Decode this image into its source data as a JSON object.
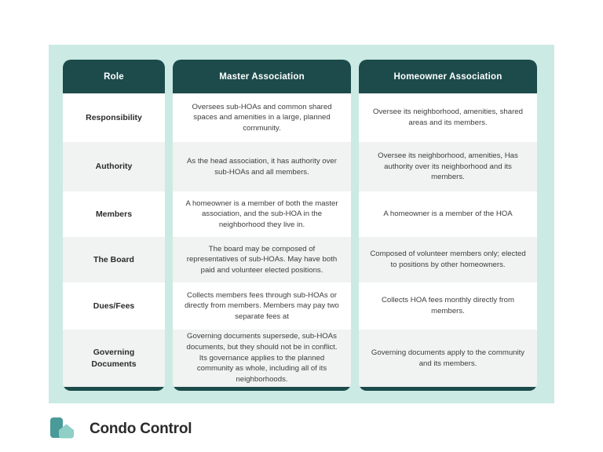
{
  "palette": {
    "panel_bg": "#cceae4",
    "header_bg": "#1d4b4b",
    "header_text": "#ffffff",
    "row_white": "#ffffff",
    "row_gray": "#f1f2f2",
    "body_text": "#3d3d3d",
    "role_text": "#2b2b2b",
    "logo_dark": "#4a9a9a",
    "logo_light": "#8fcfc6",
    "page_bg": "#ffffff"
  },
  "table": {
    "columns": [
      {
        "key": "role",
        "header": "Role"
      },
      {
        "key": "master",
        "header": "Master Association"
      },
      {
        "key": "hoa",
        "header": "Homeowner Association"
      }
    ],
    "rows": [
      {
        "role": "Responsibility",
        "master": "Oversees sub-HOAs and common shared spaces and amenities in a large, planned community.",
        "hoa": "Oversee its neighborhood, amenities, shared areas and its members."
      },
      {
        "role": "Authority",
        "master": "As the head association, it has authority over sub-HOAs and all members.",
        "hoa": "Oversee its neighborhood, amenities, Has authority over its neighborhood and its members."
      },
      {
        "role": "Members",
        "master": "A homeowner is a member of both the master association, and the sub-HOA in the neighborhood they live in.",
        "hoa": "A homeowner is a member of the HOA"
      },
      {
        "role": "The Board",
        "master": "The board may be composed of representatives of sub-HOAs. May have both paid and volunteer elected positions.",
        "hoa": "Composed of volunteer members only; elected to positions by other homeowners."
      },
      {
        "role": "Dues/Fees",
        "master": "Collects members fees through sub-HOAs or directly from members. Members may pay two separate fees at",
        "hoa": "Collects HOA fees monthly directly from members."
      },
      {
        "role": "Governing Documents",
        "master": "Governing documents supersede, sub-HOAs documents, but they should not be in conflict. Its governance applies to the planned community as whole, including all of its neighborhoods.",
        "hoa": "Governing documents apply to the community and its members."
      }
    ]
  },
  "brand": {
    "name": "Condo Control",
    "logo_icon": "condo-control-logo-icon"
  }
}
